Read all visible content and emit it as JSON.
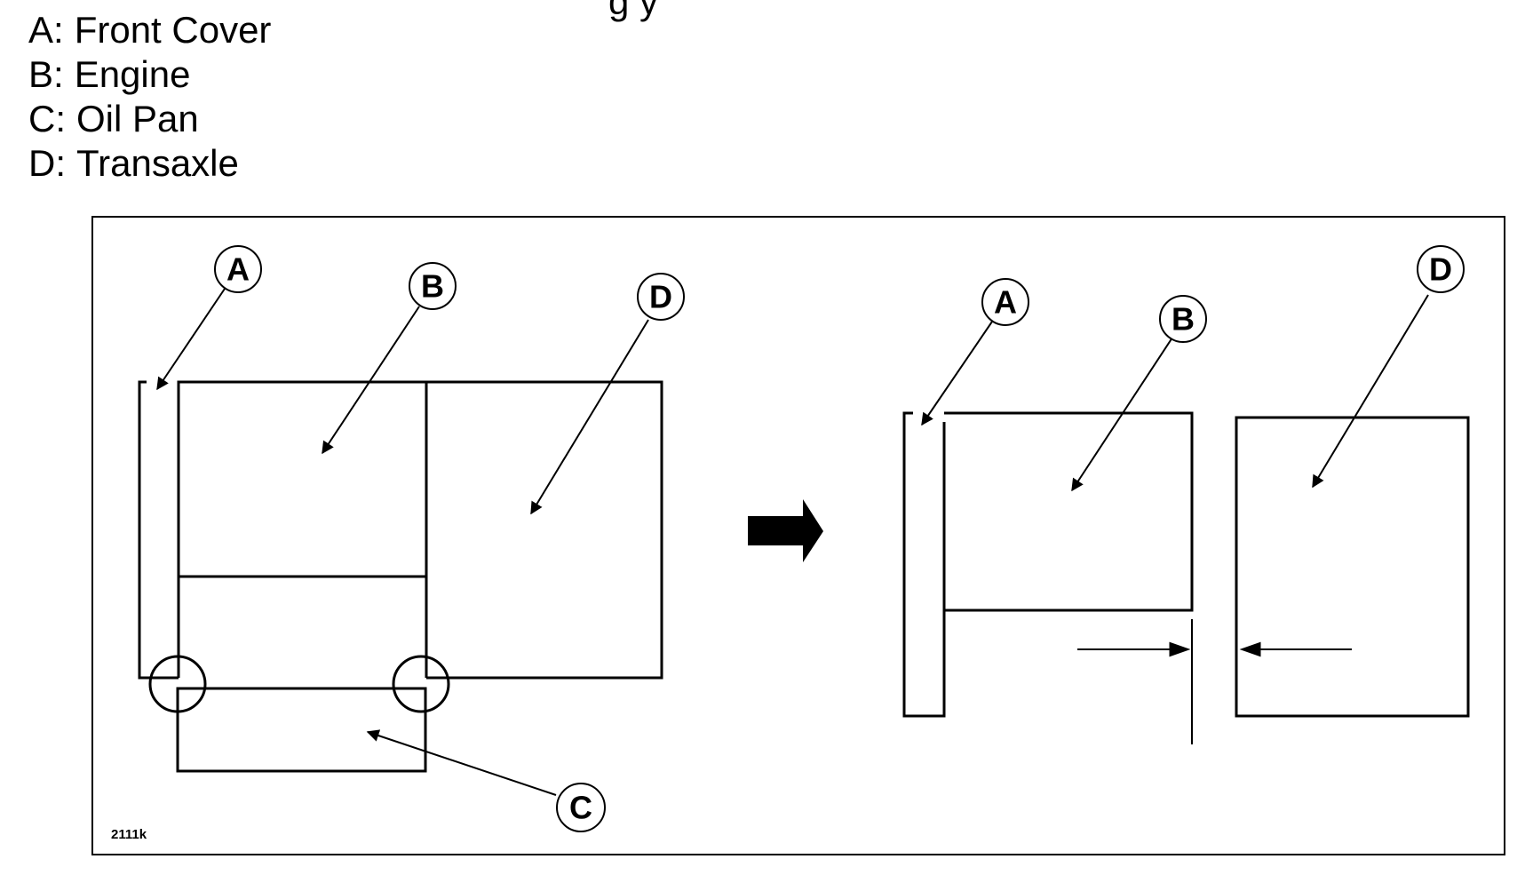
{
  "top_fragment": "g     y",
  "legend": [
    {
      "letter": "A",
      "name": "Front Cover"
    },
    {
      "letter": "B",
      "name": "Engine"
    },
    {
      "letter": "C",
      "name": "Oil Pan"
    },
    {
      "letter": "D",
      "name": "Transaxle"
    }
  ],
  "diagram": {
    "callouts_before": [
      "A",
      "B",
      "D",
      "C"
    ],
    "callouts_after": [
      "A",
      "B",
      "D"
    ],
    "figure_code": "2111k"
  },
  "colors": {
    "stroke": "#000000",
    "background": "#ffffff"
  }
}
